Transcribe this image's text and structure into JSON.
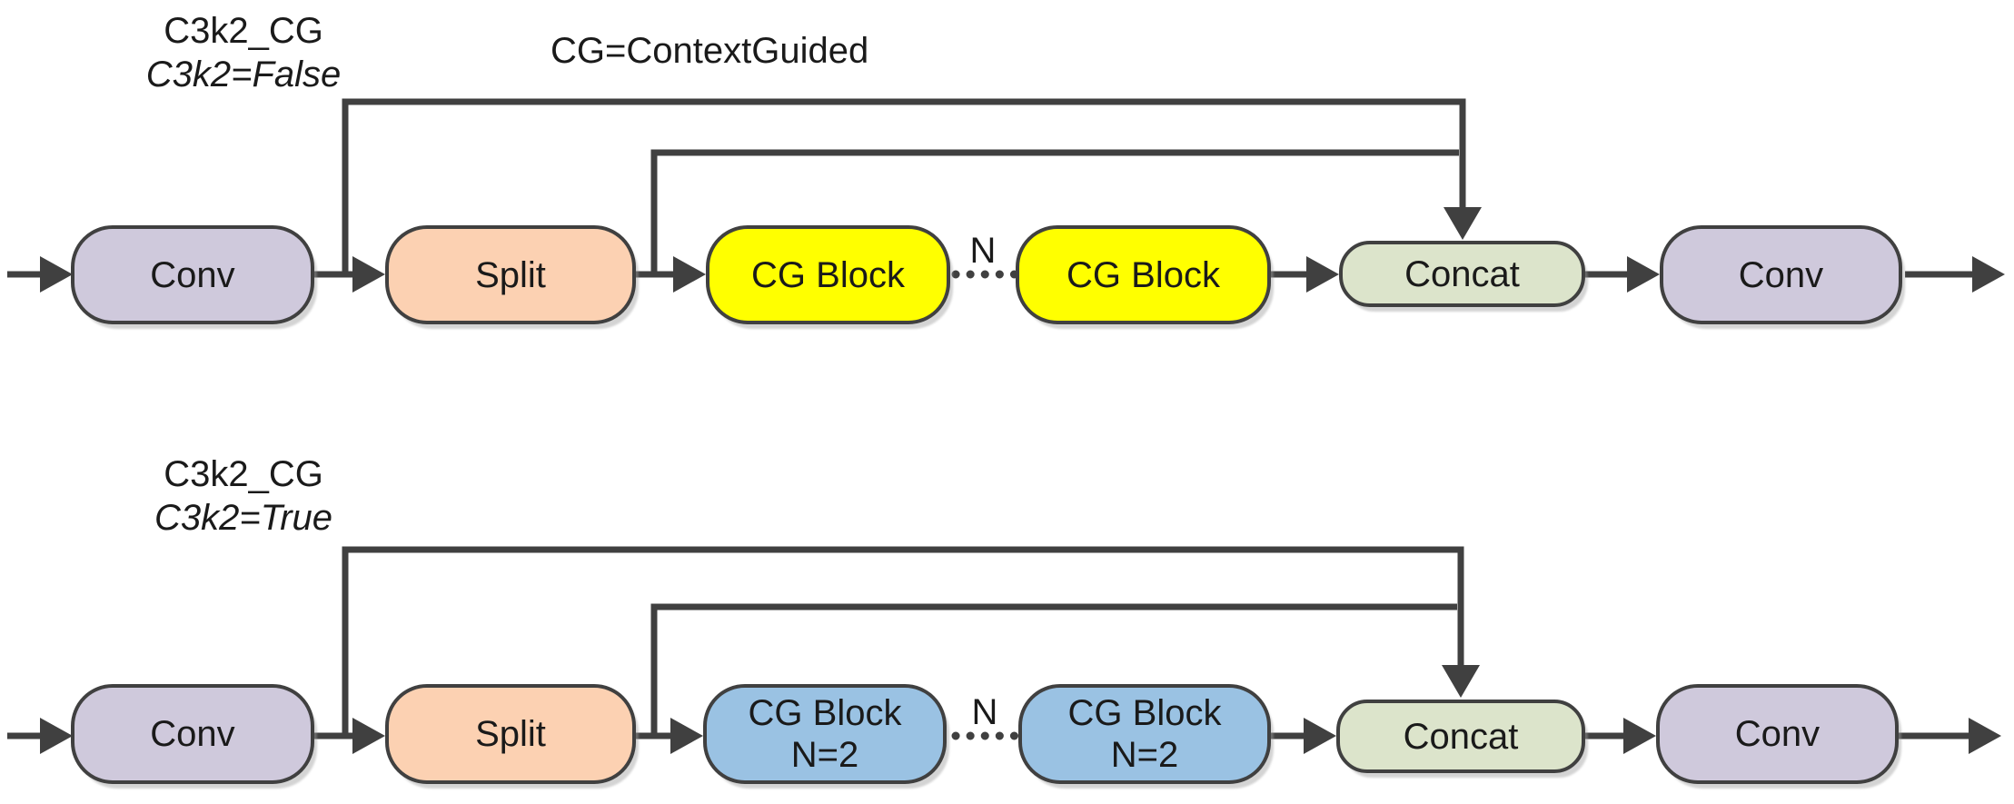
{
  "annotation": "CG=ContextGuided",
  "diagrams": [
    {
      "title": "C3k2_CG",
      "variant": "C3k2=False",
      "n_label": "N",
      "nodes": {
        "conv_in": {
          "label": "Conv"
        },
        "split": {
          "label": "Split"
        },
        "cg_block_1": {
          "label": "CG Block"
        },
        "cg_block_2": {
          "label": "CG Block"
        },
        "concat": {
          "label": "Concat"
        },
        "conv_out": {
          "label": "Conv"
        }
      }
    },
    {
      "title": "C3k2_CG",
      "variant": "C3k2=True",
      "n_label": "N",
      "nodes": {
        "conv_in": {
          "label": "Conv"
        },
        "split": {
          "label": "Split"
        },
        "cg_block_1": {
          "label": "CG Block",
          "sublabel": "N=2"
        },
        "cg_block_2": {
          "label": "CG Block",
          "sublabel": "N=2"
        },
        "concat": {
          "label": "Concat"
        },
        "conv_out": {
          "label": "Conv"
        }
      }
    }
  ],
  "colors": {
    "conv_fill": "#CFC9DC",
    "split_fill": "#FCD1B2",
    "cg_false_fill": "#FFFF00",
    "cg_true_fill": "#9AC2E3",
    "concat_fill": "#DCE4CB",
    "line": "#404040",
    "border": "#404040",
    "text": "#1a1a1a"
  }
}
